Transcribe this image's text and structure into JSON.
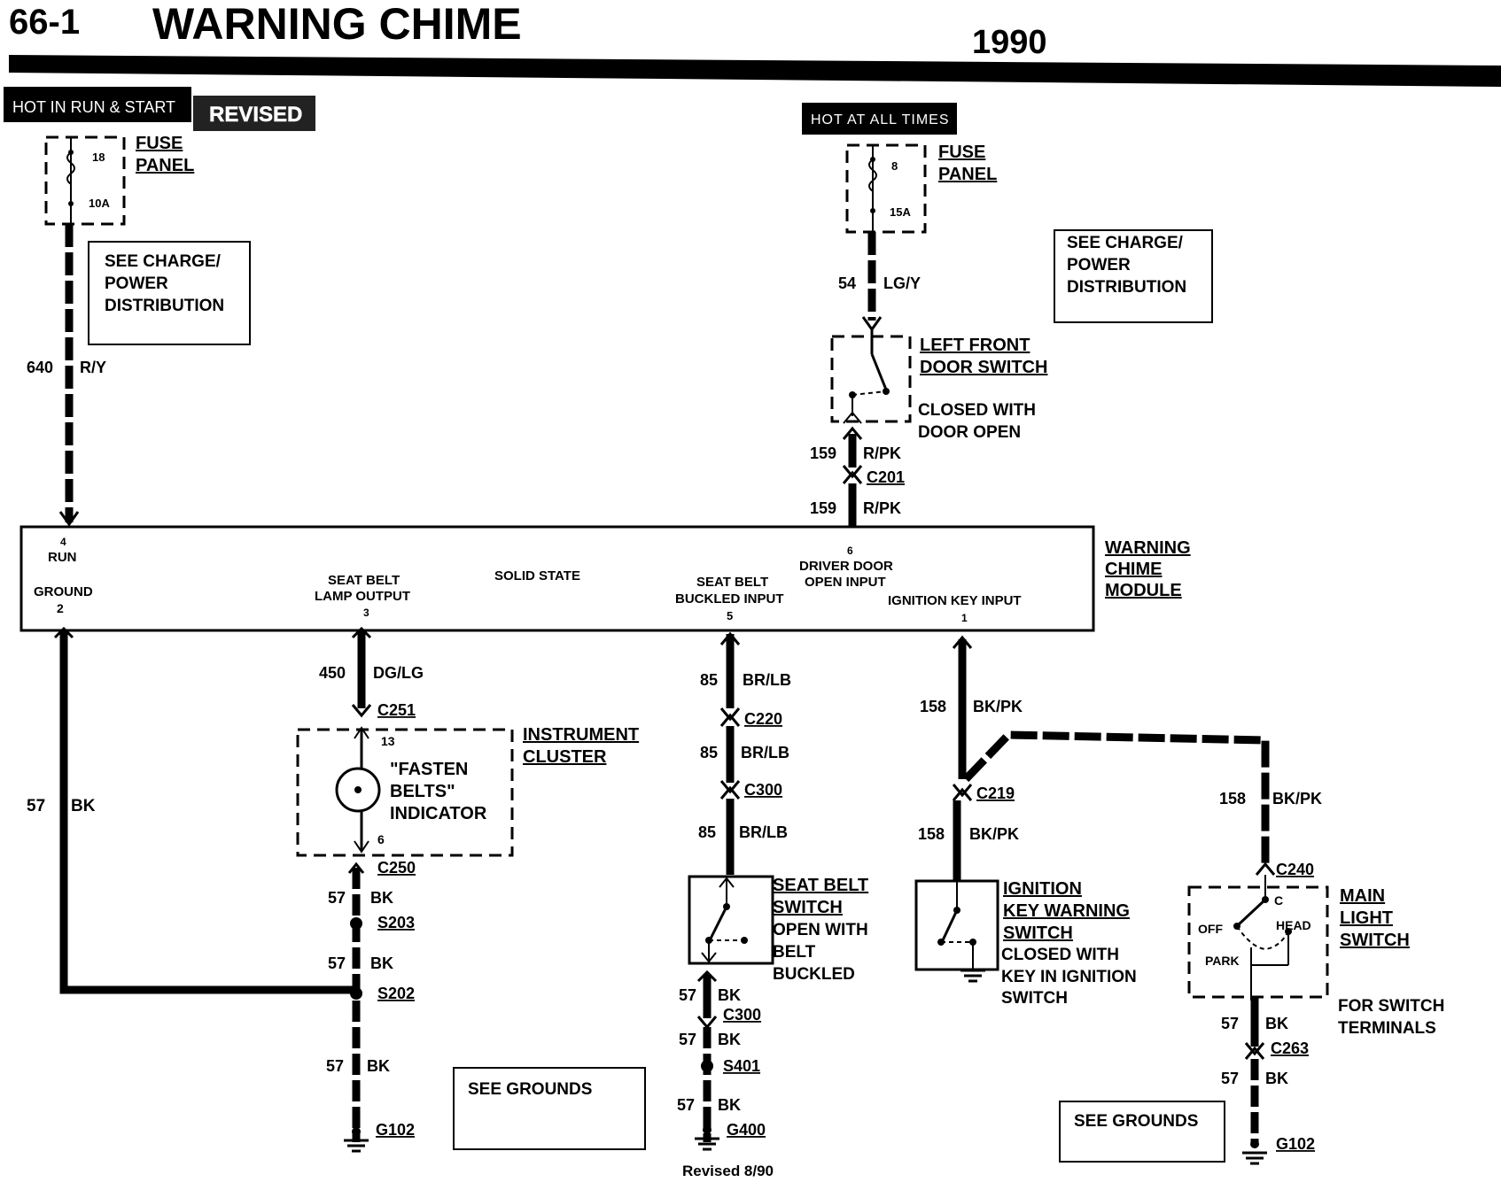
{
  "header": {
    "page_number": "66-1",
    "title": "WARNING CHIME",
    "year": "1990",
    "hot_run_start": "HOT IN RUN & START",
    "revised": "REVISED",
    "hot_all_times": "HOT AT ALL TIMES"
  },
  "left_fuse": {
    "label": "FUSE",
    "label2": "PANEL",
    "number": "18",
    "rating": "10A",
    "wire_number": "640",
    "wire_color": "R/Y"
  },
  "right_fuse": {
    "label": "FUSE",
    "label2": "PANEL",
    "number": "8",
    "rating": "15A",
    "wire_number": "54",
    "wire_color": "LG/Y"
  },
  "ref_boxes": {
    "charge_left": [
      "SEE CHARGE/",
      "POWER",
      "DISTRIBUTION"
    ],
    "charge_right": [
      "SEE CHARGE/",
      "POWER",
      "DISTRIBUTION"
    ],
    "grounds_left": "SEE GROUNDS",
    "grounds_right": "SEE GROUNDS"
  },
  "door_switch": {
    "label": "LEFT FRONT",
    "label2": "DOOR SWITCH",
    "state": "CLOSED WITH",
    "state2": "DOOR OPEN",
    "wire_number": "159",
    "wire_color": "R/PK",
    "connector": "C201",
    "wire_number_b": "159",
    "wire_color_b": "R/PK"
  },
  "module": {
    "name": "WARNING",
    "name2": "CHIME",
    "name3": "MODULE",
    "pin_run_num": "4",
    "pin_run": "RUN",
    "pin_ground": "GROUND",
    "pin_ground_num": "2",
    "pin_lamp": "SEAT BELT",
    "pin_lamp2": "LAMP OUTPUT",
    "pin_lamp_num": "3",
    "solid_state": "SOLID STATE",
    "pin_buckled": "SEAT BELT",
    "pin_buckled2": "BUCKLED INPUT",
    "pin_buckled_num": "5",
    "pin_door_num": "6",
    "pin_door": "DRIVER DOOR",
    "pin_door2": "OPEN INPUT",
    "pin_key": "IGNITION KEY INPUT",
    "pin_key_num": "1"
  },
  "ground_wire": {
    "wire_number": "57",
    "wire_color": "BK"
  },
  "cluster_branch": {
    "wire_number": "450",
    "wire_color": "DG/LG",
    "connector_top": "C251",
    "cluster": "INSTRUMENT",
    "cluster2": "CLUSTER",
    "pin_top": "13",
    "indicator": "\"FASTEN",
    "indicator2": "BELTS\"",
    "indicator3": "INDICATOR",
    "pin_bottom": "6",
    "connector_bottom": "C250",
    "w1_num": "57",
    "w1_color": "BK",
    "splice1": "S203",
    "w2_num": "57",
    "w2_color": "BK",
    "splice2": "S202",
    "w3_num": "57",
    "w3_color": "BK",
    "ground": "G102"
  },
  "belt_branch": {
    "w1_num": "85",
    "w1_color": "BR/LB",
    "conn1": "C220",
    "w2_num": "85",
    "w2_color": "BR/LB",
    "conn2": "C300",
    "w3_num": "85",
    "w3_color": "BR/LB",
    "switch": "SEAT BELT",
    "switch2": "SWITCH",
    "state": "OPEN WITH",
    "state2": "BELT",
    "state3": "BUCKLED",
    "w4_num": "57",
    "w4_color": "BK",
    "conn3": "C300",
    "w5_num": "57",
    "w5_color": "BK",
    "splice": "S401",
    "w6_num": "57",
    "w6_color": "BK",
    "ground": "G400",
    "revised_note": "Revised 8/90"
  },
  "key_branch": {
    "w1_num": "158",
    "w1_color": "BK/PK",
    "conn1": "C219",
    "w2_num": "158",
    "w2_color": "BK/PK",
    "switch": "IGNITION",
    "switch2": "KEY WARNING",
    "switch3": "SWITCH",
    "state": "CLOSED WITH",
    "state2": "KEY IN IGNITION",
    "state3": "SWITCH"
  },
  "light_branch": {
    "w1_num": "158",
    "w1_color": "BK/PK",
    "conn1": "C240",
    "switch": "MAIN",
    "switch2": "LIGHT",
    "switch3": "SWITCH",
    "pos_c": "C",
    "pos_off": "OFF",
    "pos_head": "HEAD",
    "pos_park": "PARK",
    "note": "FOR SWITCH",
    "note2": "TERMINALS",
    "w2_num": "57",
    "w2_color": "BK",
    "conn2": "C263",
    "w3_num": "57",
    "w3_color": "BK",
    "ground": "G102"
  }
}
